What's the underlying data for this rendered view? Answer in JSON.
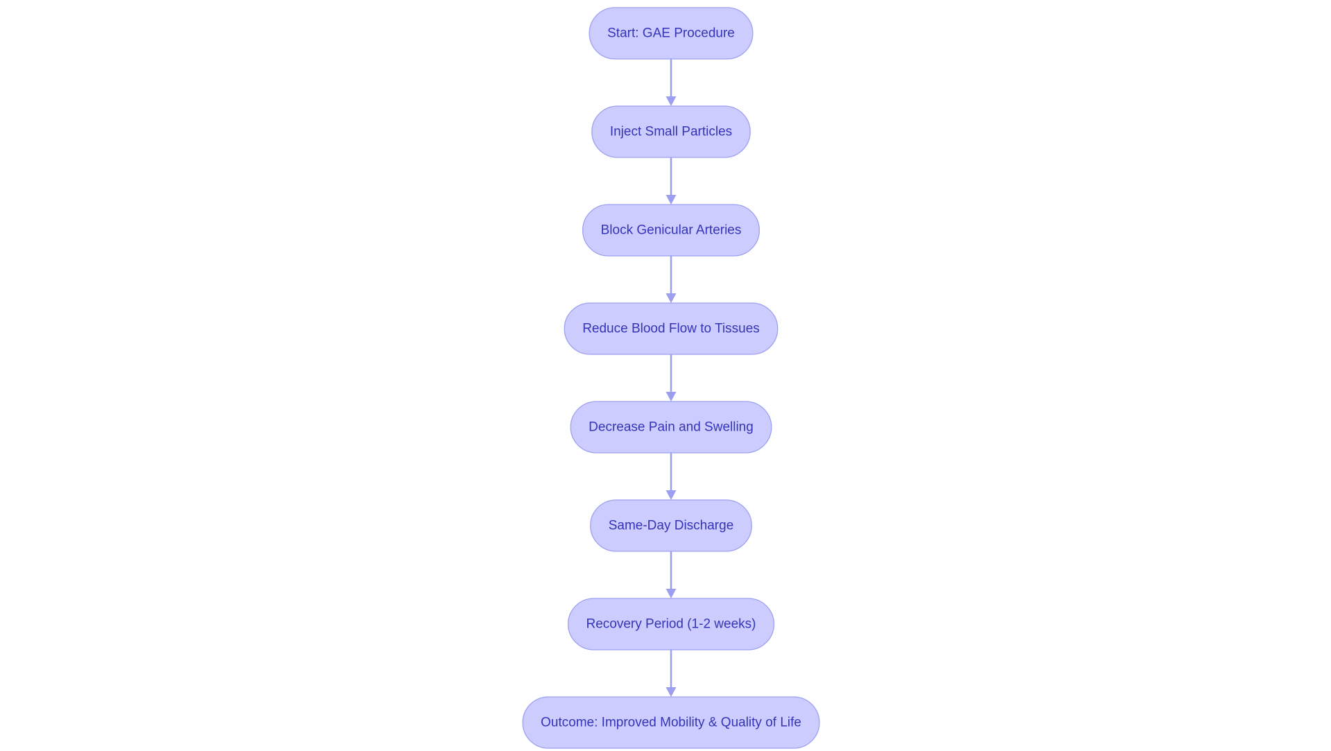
{
  "diagram": {
    "type": "flowchart",
    "direction": "top-to-bottom",
    "colors": {
      "node_fill": "#cccdfe",
      "node_border": "#9c9ff0",
      "node_text": "#3434b8",
      "edge": "#9c9ff0",
      "background": "#ffffff"
    },
    "nodes": [
      {
        "id": "start",
        "label": "Start: GAE Procedure"
      },
      {
        "id": "inject",
        "label": "Inject Small Particles"
      },
      {
        "id": "block",
        "label": "Block Genicular Arteries"
      },
      {
        "id": "reduce",
        "label": "Reduce Blood Flow to Tissues"
      },
      {
        "id": "decrease",
        "label": "Decrease Pain and Swelling"
      },
      {
        "id": "discharge",
        "label": "Same-Day Discharge"
      },
      {
        "id": "recovery",
        "label": "Recovery Period (1-2 weeks)"
      },
      {
        "id": "outcome",
        "label": "Outcome: Improved Mobility & Quality of Life"
      }
    ],
    "edges": [
      {
        "from": "start",
        "to": "inject"
      },
      {
        "from": "inject",
        "to": "block"
      },
      {
        "from": "block",
        "to": "reduce"
      },
      {
        "from": "reduce",
        "to": "decrease"
      },
      {
        "from": "decrease",
        "to": "discharge"
      },
      {
        "from": "discharge",
        "to": "recovery"
      },
      {
        "from": "recovery",
        "to": "outcome"
      }
    ]
  }
}
